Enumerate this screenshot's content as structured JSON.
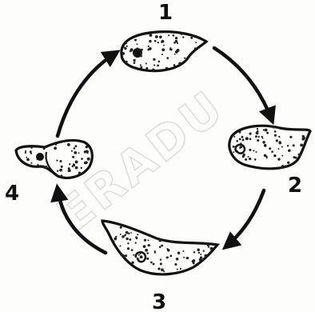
{
  "watermark": {
    "text": "ERADU"
  },
  "colors": {
    "ink": "#111111",
    "speckle": "#222222",
    "paper": "#fdfdfb",
    "watermark": "#cfcfcf"
  },
  "stages": [
    {
      "id": "stage-1",
      "label": "1",
      "icon": "amoeboid-cell-icon"
    },
    {
      "id": "stage-2",
      "label": "2",
      "icon": "amoeboid-cell-icon"
    },
    {
      "id": "stage-3",
      "label": "3",
      "icon": "amoeboid-cell-icon"
    },
    {
      "id": "stage-4",
      "label": "4",
      "icon": "dividing-cell-icon"
    }
  ],
  "cycle_arrows": [
    {
      "from": "1",
      "to": "2",
      "icon": "curved-arrow-icon"
    },
    {
      "from": "2",
      "to": "3",
      "icon": "curved-arrow-icon"
    },
    {
      "from": "3",
      "to": "4",
      "icon": "curved-arrow-icon"
    },
    {
      "from": "4",
      "to": "1",
      "icon": "curved-arrow-icon"
    }
  ]
}
